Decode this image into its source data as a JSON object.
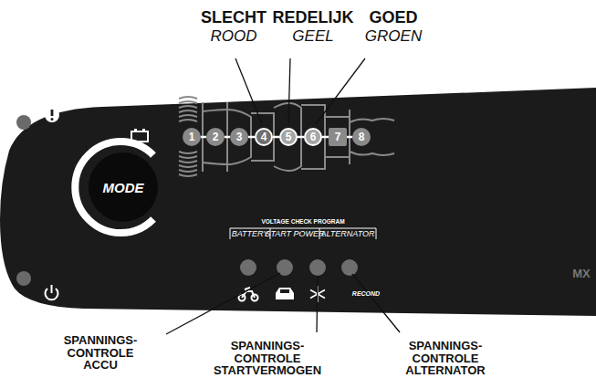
{
  "diagram": {
    "nodes": [
      {
        "text": [
          "MODE"
        ]
      },
      {
        "text": [
          "1"
        ]
      },
      {
        "text": [
          "2"
        ]
      },
      {
        "text": [
          "3"
        ]
      },
      {
        "text": [
          "4"
        ]
      },
      {
        "text": [
          "5"
        ]
      },
      {
        "text": [
          "6"
        ]
      },
      {
        "text": [
          "7"
        ]
      },
      {
        "text": [
          "8"
        ]
      }
    ],
    "edges": [
      {
        "from": 1,
        "to": 2,
        "arrow": "none"
      },
      {
        "from": 2,
        "to": 3,
        "arrow": "none"
      },
      {
        "from": 3,
        "to": 4,
        "arrow": "none"
      },
      {
        "from": 4,
        "to": 5,
        "arrow": "none"
      },
      {
        "from": 5,
        "to": 6,
        "arrow": "none"
      },
      {
        "from": 6,
        "to": 7,
        "arrow": "none"
      },
      {
        "from": 7,
        "to": 8,
        "arrow": "none"
      }
    ],
    "labels": [
      "SLECHT",
      "ROOD",
      "REDELIJK",
      "GEEL",
      "GOED",
      "GROEN",
      "VOLTAGE CHECK PROGRAM",
      "BATTERY",
      "START POWER",
      "ALTERNATOR",
      "RECOND",
      "SPANNINGS- CONTROLE ACCU",
      "SPANNINGS- CONTROLE STARTVERMOGEN",
      "SPANNINGS- CONTROLE ALTERNATOR",
      "MX"
    ]
  }
}
